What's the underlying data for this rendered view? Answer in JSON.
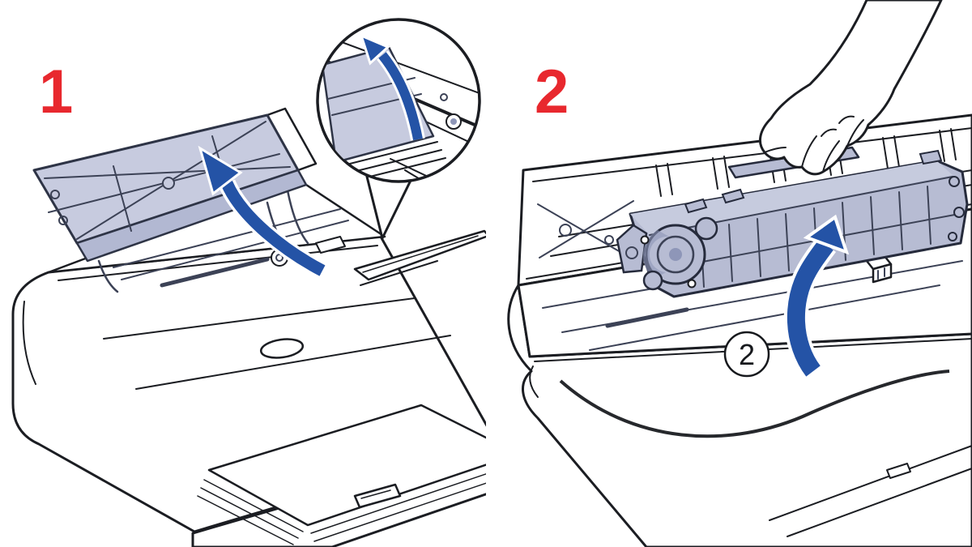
{
  "figure": {
    "panels": [
      {
        "id": "step-1",
        "step_label": "1",
        "illustration": "printer-with-top-cover-opening",
        "arrow_icon": "curved-arrow-up-left",
        "inset_detail": "cover-edge-lift-closeup"
      },
      {
        "id": "step-2",
        "step_label": "2",
        "illustration": "hand-lifting-toner-cartridge-out",
        "arrow_icon": "curved-arrow-up",
        "interior_marker": "2"
      }
    ]
  },
  "colors": {
    "background": "#ffffff",
    "step_red": "#e8282e",
    "arrow_blue": "#2453a6",
    "lid_fill": "#c7cbdf",
    "lid_edge_fill": "#b2b8d2",
    "cartridge_fill": "#b7bcd3",
    "cartridge_top_fill": "#c6cbde",
    "cartridge_dark": "#8e96b8",
    "line_dark": "#1b1d22",
    "line_slate": "#3c4256",
    "marker_ink": "#17191d"
  }
}
